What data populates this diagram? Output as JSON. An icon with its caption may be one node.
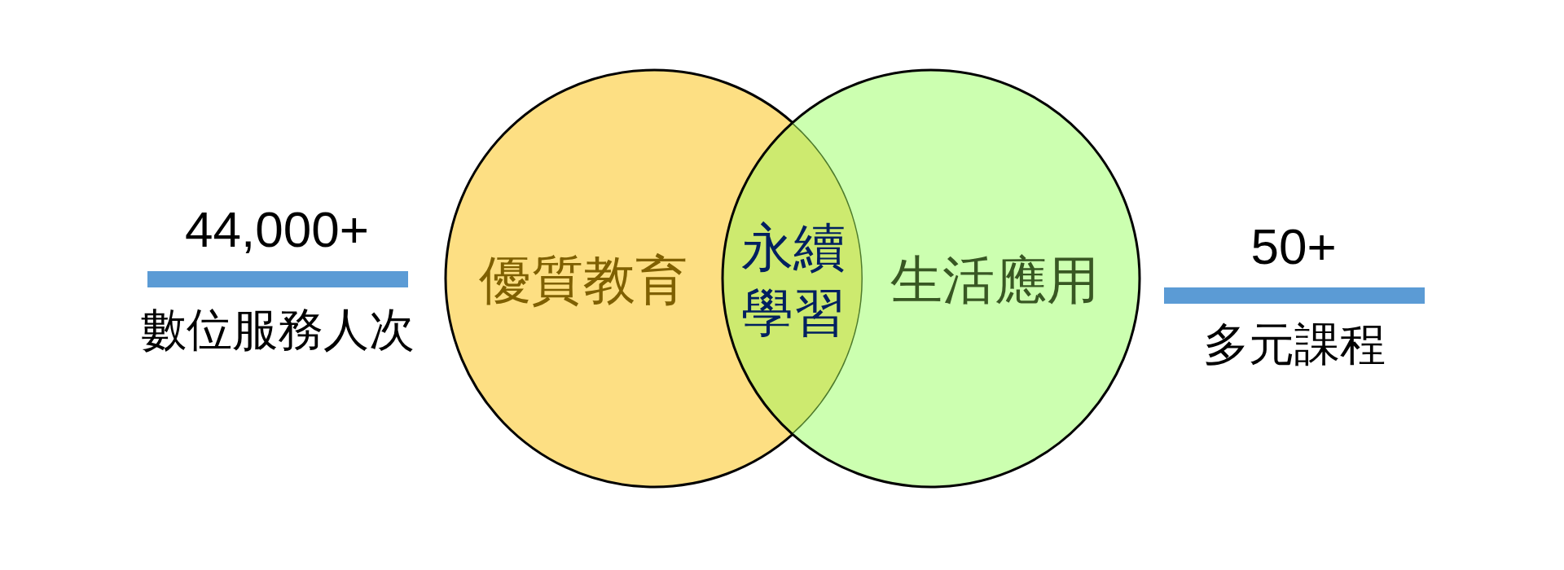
{
  "diagram": {
    "nodes": [
      {
        "text": [
          "44,000+",
          "數位服務人次"
        ]
      },
      {
        "text": [
          "優質教育"
        ]
      },
      {
        "text": [
          "永續學習"
        ]
      },
      {
        "text": [
          "生活應用"
        ]
      },
      {
        "text": [
          "50+",
          "多元課程"
        ]
      }
    ]
  }
}
